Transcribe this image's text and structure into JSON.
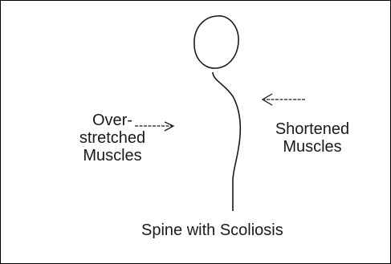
{
  "diagram": {
    "left_label_lines": [
      "Over-",
      "stretched",
      "Muscles"
    ],
    "right_label_lines": [
      "Shortened",
      "Muscles"
    ],
    "caption": "Spine with Scoliosis"
  },
  "colors": {
    "ink": "#1a1a1a",
    "border": "#000000",
    "background": "#ffffff"
  }
}
